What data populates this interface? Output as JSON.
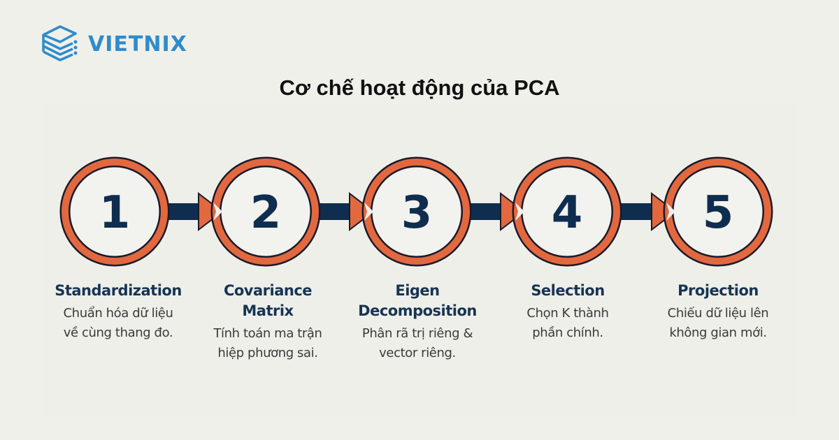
{
  "brand": {
    "name": "VIETNIX",
    "logo_icon": "server-stack-icon",
    "color": "#2f8ccb"
  },
  "title": "Cơ chế hoạt động của PCA",
  "colors": {
    "ring": "#e2683f",
    "ring_outline": "#1a1a2a",
    "navy": "#0f2d4e",
    "background": "#f0f0ea"
  },
  "steps": [
    {
      "number": "1",
      "label": "Standardization",
      "description": [
        "Chuẩn hóa dữ liệu",
        "về cùng thang đo."
      ]
    },
    {
      "number": "2",
      "label": "Covariance Matrix",
      "label_lines": [
        "Covariance",
        "Matrix"
      ],
      "description": [
        "Tính toán ma trận",
        "hiệp phương sai."
      ]
    },
    {
      "number": "3",
      "label": "Eigen Decomposition",
      "label_lines": [
        "Eigen",
        "Decomposition"
      ],
      "description": [
        "Phân rã trị riêng &",
        "vector riêng."
      ]
    },
    {
      "number": "4",
      "label": "Selection",
      "description": [
        "Chọn K thành",
        "phần chính."
      ]
    },
    {
      "number": "5",
      "label": "Projection",
      "description": [
        "Chiếu dữ liệu lên",
        "không gian mới."
      ]
    }
  ]
}
